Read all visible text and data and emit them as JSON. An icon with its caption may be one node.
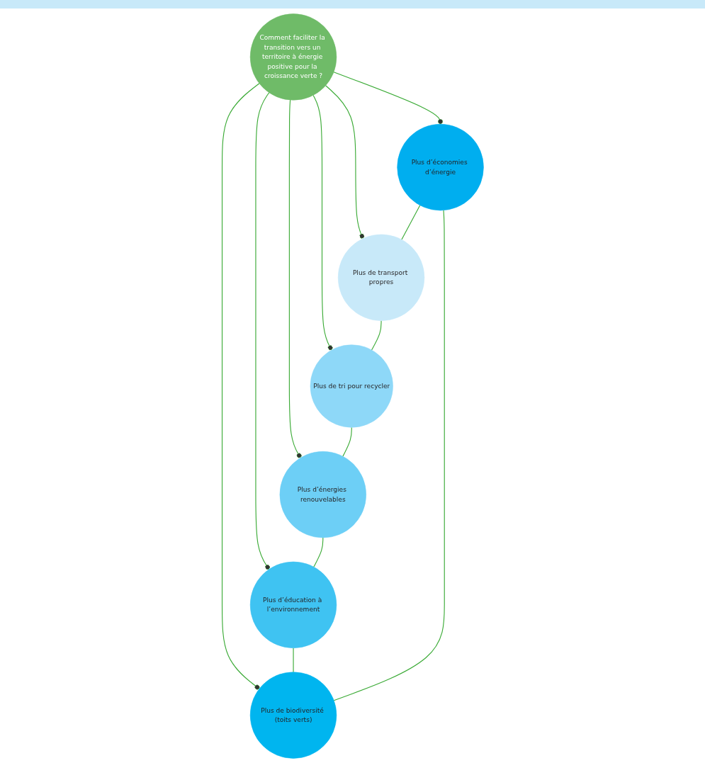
{
  "diagram": {
    "nodes": [
      {
        "text": [
          "Comment faciliter la transition vers un territoire à énergie positive pour la croissance verte ?"
        ]
      },
      {
        "text": [
          "Plus d’économies d’énergie"
        ]
      },
      {
        "text": [
          "Plus de transport propres"
        ]
      },
      {
        "text": [
          "Plus de tri pour recycler"
        ]
      },
      {
        "text": [
          "Plus d’énergies renouvelables"
        ]
      },
      {
        "text": [
          "Plus d’éducation à l’environnement"
        ]
      },
      {
        "text": [
          "Plus de biodiversité (toits verts)"
        ]
      }
    ],
    "edges": [
      {
        "from": 0,
        "to": 1,
        "arrow": "other"
      },
      {
        "from": 0,
        "to": 2,
        "arrow": "other"
      },
      {
        "from": 0,
        "to": 3,
        "arrow": "other"
      },
      {
        "from": 0,
        "to": 4,
        "arrow": "other"
      },
      {
        "from": 0,
        "to": 5,
        "arrow": "other"
      },
      {
        "from": 0,
        "to": 6,
        "arrow": "other"
      },
      {
        "from": 1,
        "to": 2,
        "arrow": "none"
      },
      {
        "from": 2,
        "to": 3,
        "arrow": "none"
      },
      {
        "from": 3,
        "to": 4,
        "arrow": "none"
      },
      {
        "from": 4,
        "to": 5,
        "arrow": "none"
      },
      {
        "from": 5,
        "to": 6,
        "arrow": "none"
      },
      {
        "from": 6,
        "to": 1,
        "arrow": "none"
      }
    ]
  }
}
